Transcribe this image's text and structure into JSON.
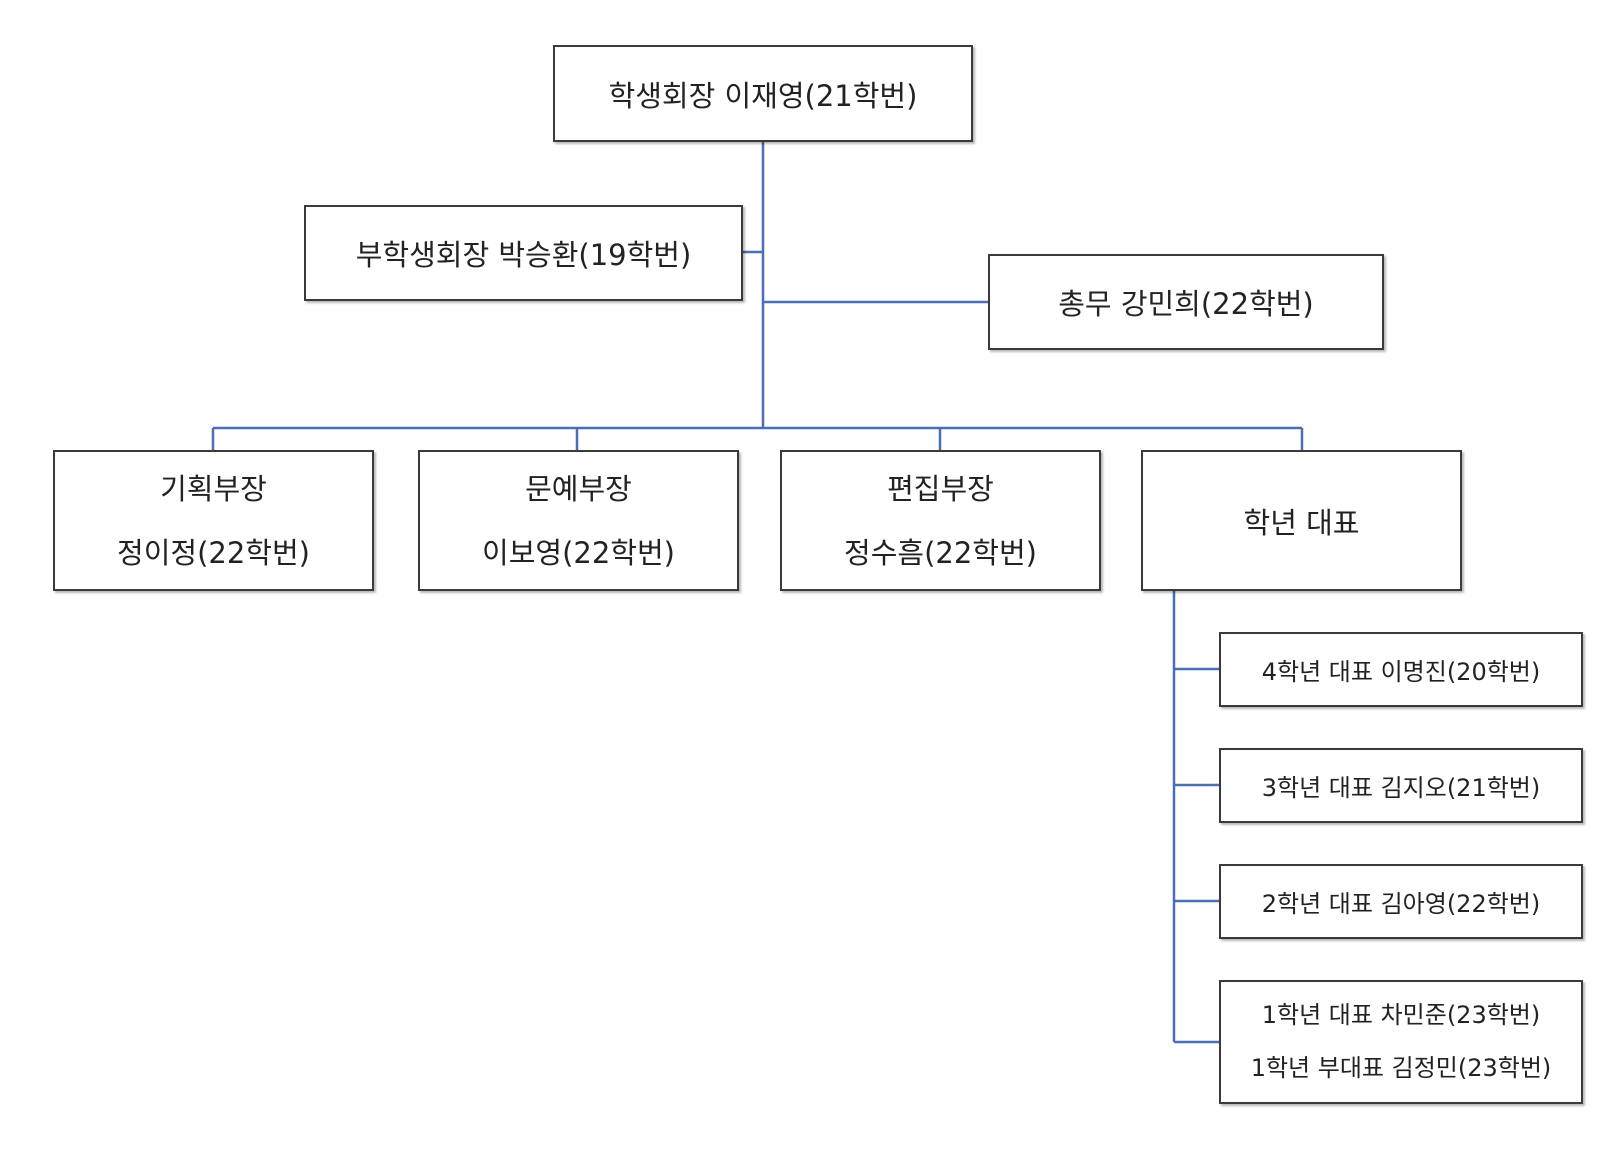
{
  "colors": {
    "connector": "#4a6fb5",
    "border": "#3a3a3a",
    "text": "#222222"
  },
  "president": "학생회장 이재영(21학번)",
  "vice_president": "부학생회장 박승환(19학번)",
  "general_affairs": "총무 강민희(22학번)",
  "departments": [
    {
      "role": "기획부장",
      "name": "정이정(22학번)"
    },
    {
      "role": "문예부장",
      "name": "이보영(22학번)"
    },
    {
      "role": "편집부장",
      "name": "정수흠(22학번)"
    }
  ],
  "grade_rep_title": "학년 대표",
  "grade_reps": [
    "4학년 대표 이명진(20학번)",
    "3학년 대표 김지오(21학번)",
    "2학년 대표 김아영(22학번)"
  ],
  "first_grade": [
    "1학년 대표 차민준(23학번)",
    "1학년 부대표 김정민(23학번)"
  ]
}
